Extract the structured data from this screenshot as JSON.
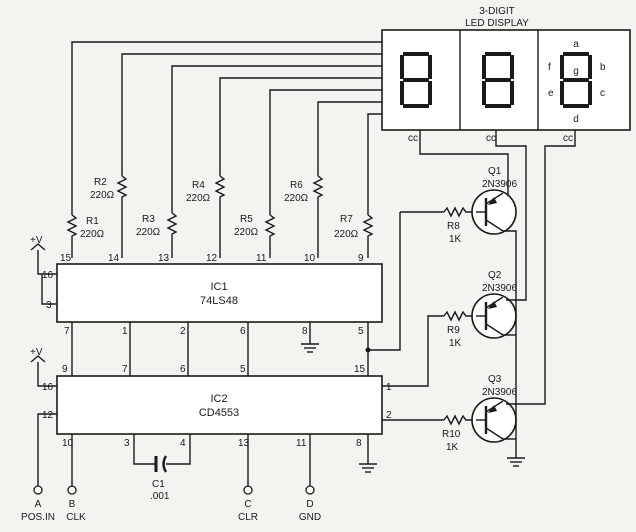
{
  "display": {
    "title_line1": "3-DIGIT",
    "title_line2": "LED DISPLAY",
    "segments": {
      "a": "a",
      "b": "b",
      "c": "c",
      "d": "d",
      "e": "e",
      "f": "f",
      "g": "g"
    },
    "cc_label": "cc"
  },
  "ic1": {
    "name": "IC1",
    "part": "74LS48",
    "pins": {
      "p15": "15",
      "p14": "14",
      "p13": "13",
      "p12": "12",
      "p11": "11",
      "p10": "10",
      "p9": "9",
      "p16": "16",
      "p3": "3",
      "p7": "7",
      "p1": "1",
      "p2": "2",
      "p6": "6",
      "p8": "8",
      "p5": "5"
    }
  },
  "ic2": {
    "name": "IC2",
    "part": "CD4553",
    "pins": {
      "p9": "9",
      "p7": "7",
      "p6": "6",
      "p5": "5",
      "p15": "15",
      "p16": "16",
      "p12": "12",
      "p1": "1",
      "p2": "2",
      "p10": "10",
      "p3": "3",
      "p4": "4",
      "p13": "13",
      "p11": "11",
      "p8": "8"
    }
  },
  "resistors": {
    "r1": {
      "name": "R1",
      "value": "220Ω"
    },
    "r2": {
      "name": "R2",
      "value": "220Ω"
    },
    "r3": {
      "name": "R3",
      "value": "220Ω"
    },
    "r4": {
      "name": "R4",
      "value": "220Ω"
    },
    "r5": {
      "name": "R5",
      "value": "220Ω"
    },
    "r6": {
      "name": "R6",
      "value": "220Ω"
    },
    "r7": {
      "name": "R7",
      "value": "220Ω"
    },
    "r8": {
      "name": "R8",
      "value": "1K"
    },
    "r9": {
      "name": "R9",
      "value": "1K"
    },
    "r10": {
      "name": "R10",
      "value": "1K"
    }
  },
  "transistors": {
    "q1": {
      "name": "Q1",
      "part": "2N3906"
    },
    "q2": {
      "name": "Q2",
      "part": "2N3906"
    },
    "q3": {
      "name": "Q3",
      "part": "2N3906"
    }
  },
  "capacitor": {
    "name": "C1",
    "value": ".001"
  },
  "supply": {
    "vcc": "+V"
  },
  "terminals": {
    "a": {
      "letter": "A",
      "label": "POS.IN"
    },
    "b": {
      "letter": "B",
      "label": "CLK"
    },
    "c": {
      "letter": "C",
      "label": "CLR"
    },
    "d": {
      "letter": "D",
      "label": "GND"
    }
  }
}
